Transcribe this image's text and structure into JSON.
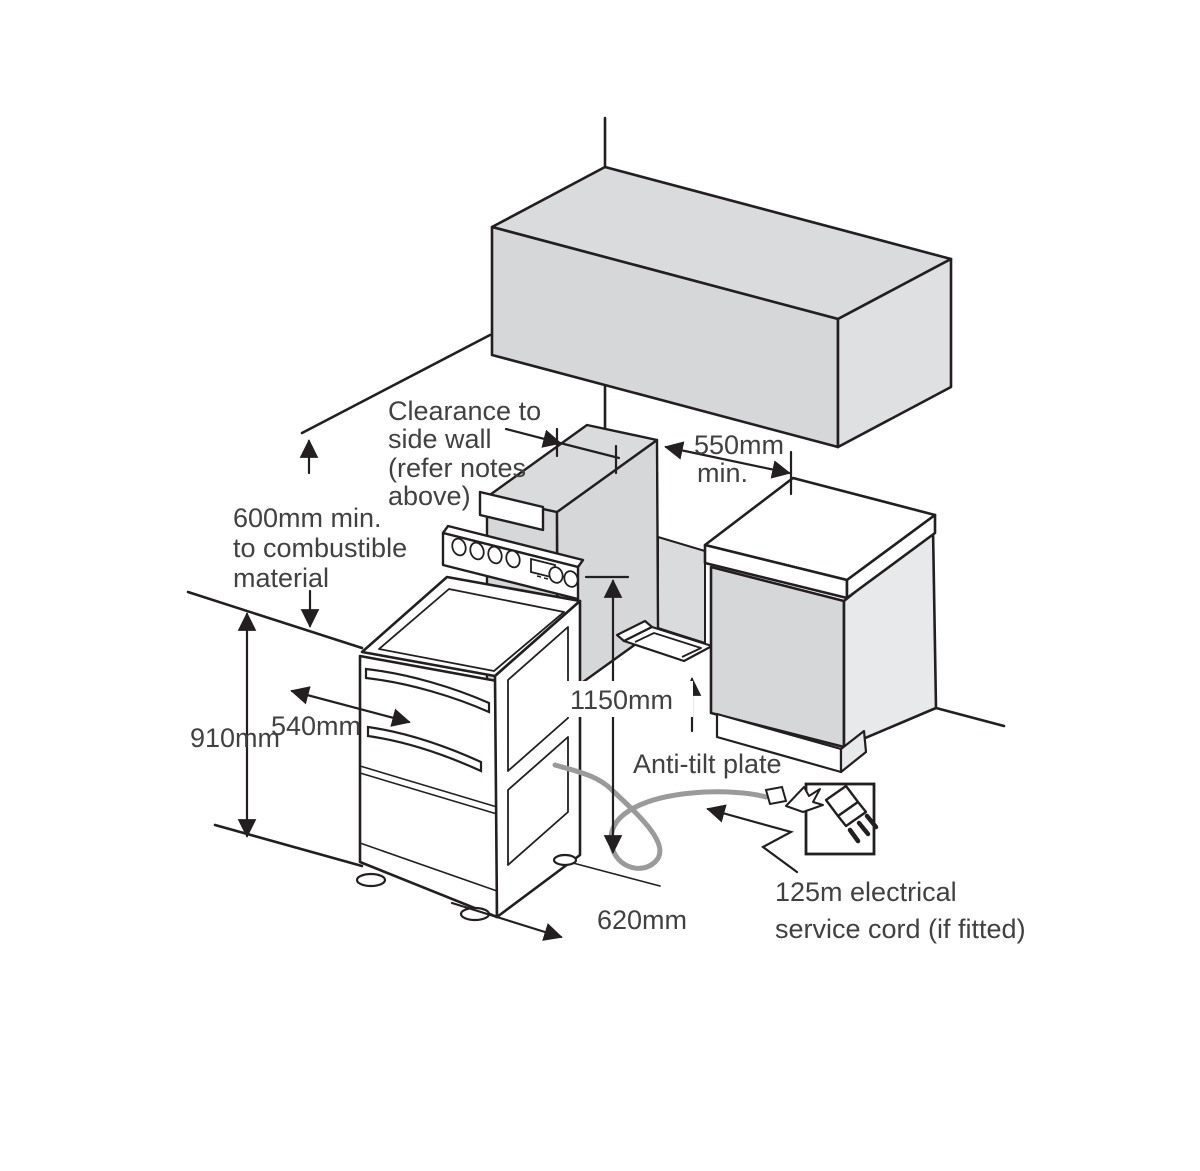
{
  "figure": {
    "type": "appliance-installation-clearance-diagram",
    "subject": "freestanding cooker between kitchen cabinets with overhead wall cabinet"
  },
  "labels": {
    "clearance_note": [
      "Clearance to",
      "side wall",
      "(refer notes",
      "above)"
    ],
    "side_min": [
      "550mm",
      "min."
    ],
    "combustible": [
      "600mm min.",
      "to combustible",
      "material"
    ],
    "cooktop_depth": "540mm",
    "cooktop_height": "910mm",
    "hood_clearance": "1150mm",
    "cooker_depth": "620mm",
    "anti_tilt": "Anti-tilt plate",
    "cord_note": [
      "125m electrical",
      "service cord (if fitted)"
    ]
  },
  "icons": {
    "power_plug": "power-plug-icon"
  },
  "colors": {
    "line": "#231f20",
    "text": "#414042",
    "gray1": "#d6d7d8",
    "gray2": "#dadbdc",
    "gray3": "#dfe0e1",
    "gray4": "#e8e9ea",
    "cord": "#9a9a9a",
    "bg": "#ffffff"
  }
}
